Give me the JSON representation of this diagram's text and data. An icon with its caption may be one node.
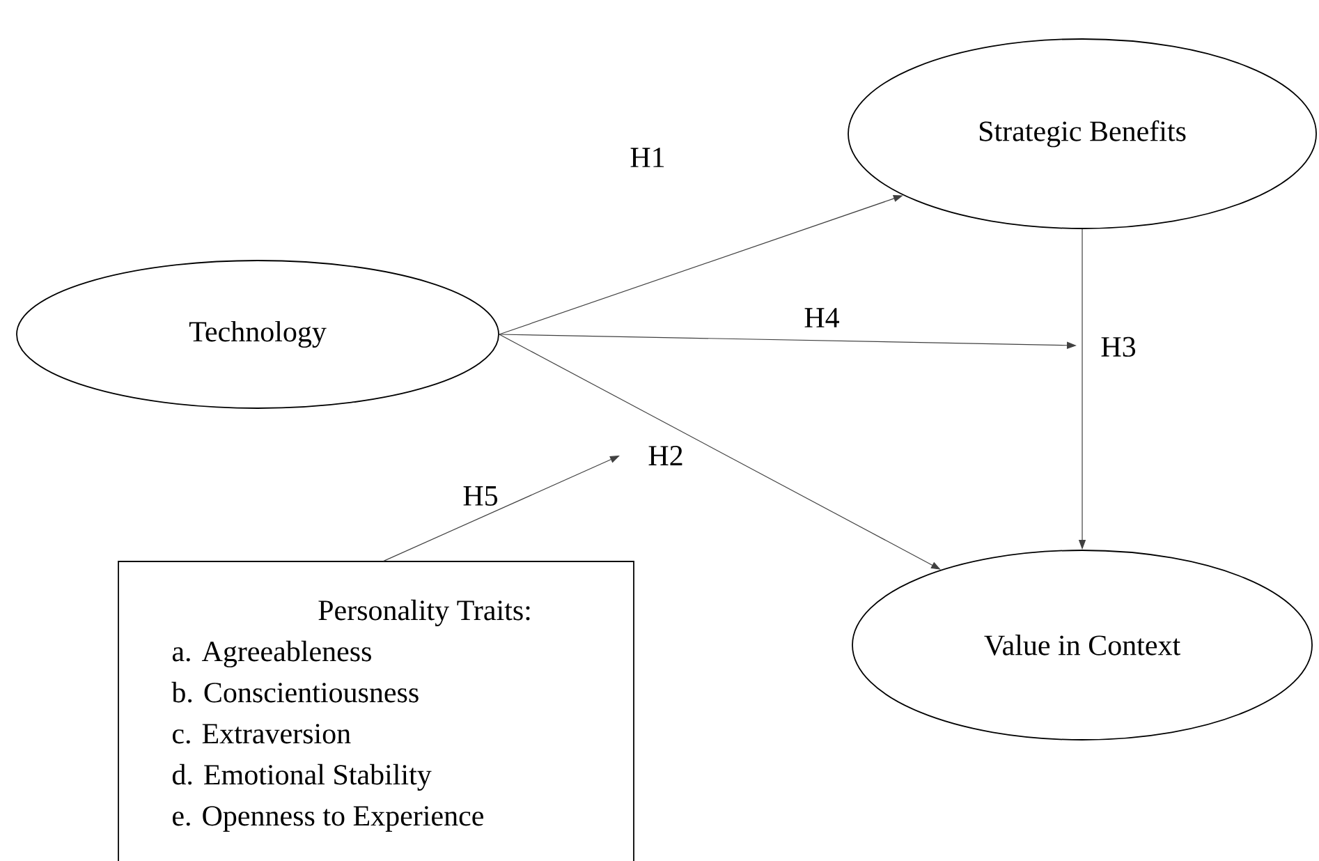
{
  "diagram": {
    "nodes": [
      {
        "text": [
          "Technology"
        ]
      },
      {
        "text": [
          "Strategic Benefits"
        ]
      },
      {
        "text": [
          "Value in Context"
        ]
      },
      {
        "text": [
          "Personality Traits:",
          "a. Agreeableness",
          "b. Conscientiousness",
          "c. Extraversion",
          "d. Emotional Stability",
          "e. Openness to Experience"
        ]
      }
    ],
    "edges": [
      {
        "from": 0,
        "to": 1,
        "arrow": "to",
        "label": "H1"
      },
      {
        "from": 0,
        "to": 2,
        "arrow": "to",
        "label": "H2"
      },
      {
        "from": 1,
        "to": 2,
        "arrow": "to",
        "label": "H3"
      },
      {
        "from": 0,
        "to": null,
        "arrow": "to",
        "label": "H4"
      },
      {
        "from": 3,
        "to": null,
        "arrow": "to",
        "label": "H5"
      }
    ]
  }
}
